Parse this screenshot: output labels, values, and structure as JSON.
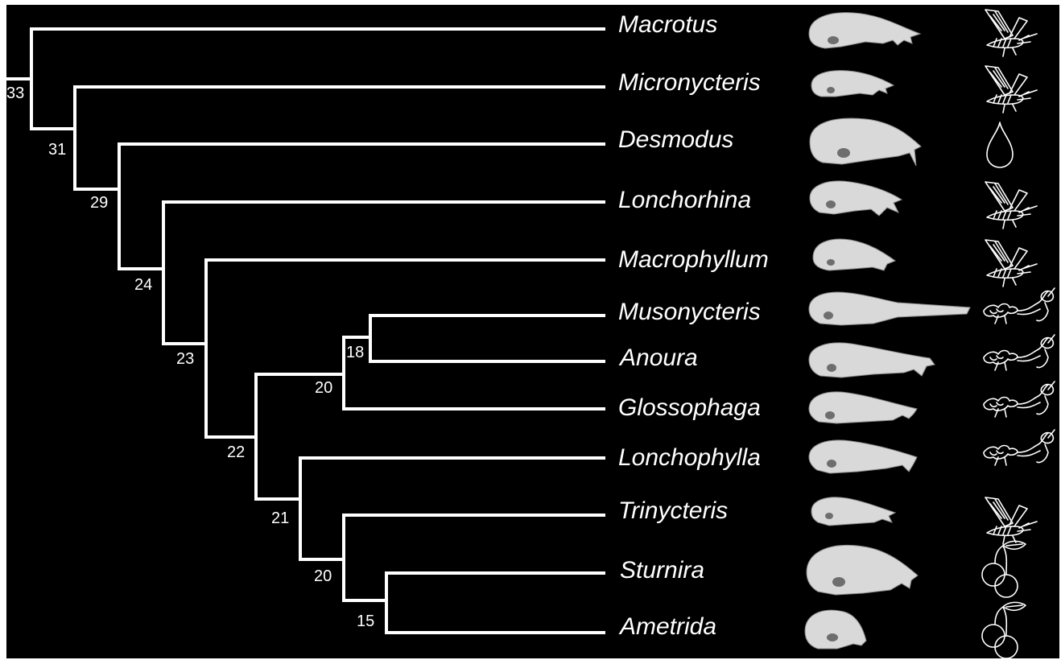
{
  "tree": {
    "taxa": [
      {
        "name": "Macrotus",
        "diet": "insect-icon"
      },
      {
        "name": "Micronycteris",
        "diet": "insect-icon"
      },
      {
        "name": "Desmodus",
        "diet": "blood-drop-icon"
      },
      {
        "name": "Lonchorhina",
        "diet": "insect-icon"
      },
      {
        "name": "Macrophyllum",
        "diet": "insect-icon"
      },
      {
        "name": "Musonycteris",
        "diet": "flower-icon"
      },
      {
        "name": "Anoura",
        "diet": "flower-icon"
      },
      {
        "name": "Glossophaga",
        "diet": "flower-icon"
      },
      {
        "name": "Lonchophylla",
        "diet": "flower-icon"
      },
      {
        "name": "Trinycteris",
        "diet": "insect-icon"
      },
      {
        "name": "Sturnira",
        "diet": "fruit-icon"
      },
      {
        "name": "Ametrida",
        "diet": "fruit-icon"
      }
    ],
    "node_labels": [
      "33",
      "31",
      "29",
      "24",
      "23",
      "22",
      "21",
      "20",
      "20",
      "18",
      "15"
    ]
  },
  "colors": {
    "background": "#000000",
    "lines": "#ffffff",
    "text": "#ffffff"
  }
}
